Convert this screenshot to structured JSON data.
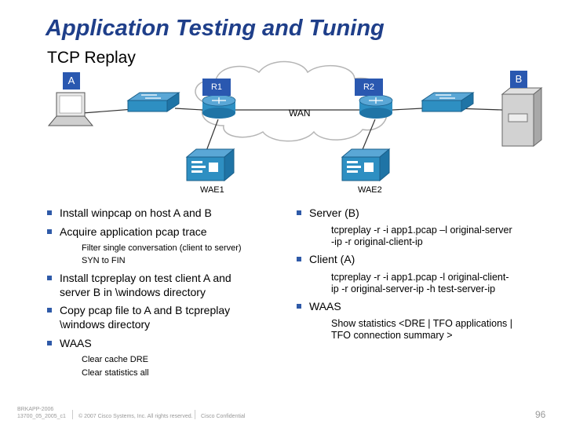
{
  "header": {
    "title": "Application Testing and Tuning",
    "subtitle": "TCP Replay"
  },
  "diagram": {
    "host_a_label": "A",
    "host_b_label": "B",
    "r1_label": "R1",
    "r2_label": "R2",
    "wan_label": "WAN",
    "wae1_label": "WAE1",
    "wae2_label": "WAE2",
    "accent_color": "#2a58b0",
    "router_color": "#2e8fc2"
  },
  "left_column": {
    "b1": "Install winpcap on host A and B",
    "b2": "Acquire application pcap trace",
    "b2_sub1": "Filter single conversation (client to server)",
    "b2_sub2": "SYN to FIN",
    "b3_line1": "Install tcpreplay on test client A and",
    "b3_line2": "server B in \\windows directory",
    "b4_line1": "Copy pcap file to A and B tcpreplay",
    "b4_line2": "\\windows directory",
    "b5": "WAAS",
    "b5_sub1": "Clear cache DRE",
    "b5_sub2": "Clear statistics all"
  },
  "right_column": {
    "b1": "Server (B)",
    "b1_sub1": "tcpreplay -r -i app1.pcap –l original-server",
    "b1_sub2": "-ip -r original-client-ip",
    "b2": "Client (A)",
    "b2_sub1": "tcpreplay -r -i app1.pcap -l original-client-",
    "b2_sub2": "ip -r original-server-ip -h test-server-ip",
    "b3": "WAAS",
    "b3_sub1": "Show statistics <DRE | TFO applications |",
    "b3_sub2": "TFO connection summary >"
  },
  "footer": {
    "code_line1": "BRKAPP-2006",
    "code_line2": "13700_05_2005_c1",
    "copyright": "© 2007 Cisco Systems, Inc. All rights reserved.",
    "confidential": "Cisco Confidential",
    "page_number": "96"
  }
}
